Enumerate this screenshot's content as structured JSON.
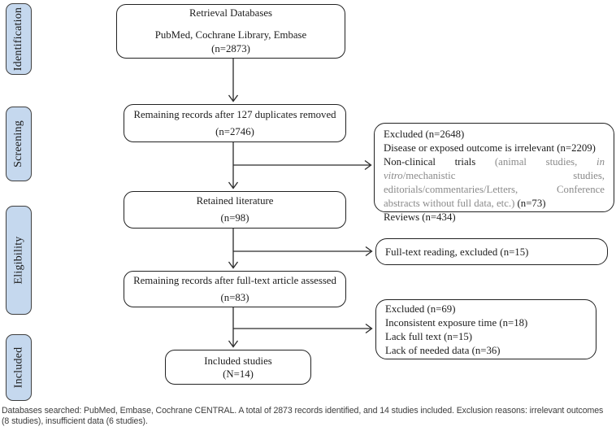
{
  "sidebar": {
    "fill_color": "#c5d8ee",
    "border_color": "#3f3f3f",
    "stages": [
      {
        "label": "Identification"
      },
      {
        "label": "Screening"
      },
      {
        "label": "Eligibility"
      },
      {
        "label": "Included"
      }
    ]
  },
  "flow": {
    "retrieval": {
      "title": "Retrieval Databases",
      "sources": "PubMed, Cochrane Library, Embase",
      "count": "(n=2873)"
    },
    "duplicates_removed": {
      "title": "Remaining records after 127 duplicates removed",
      "count": "(n=2746)"
    },
    "retained": {
      "title": "Retained literature",
      "count": "(n=98)"
    },
    "fulltext_assessed": {
      "title": "Remaining records after full-text article assessed",
      "count": "(n=83)"
    },
    "included": {
      "title": "Included studies",
      "count": "(N=14)"
    }
  },
  "exclusions": {
    "screening": {
      "line1": "Excluded (n=2648)",
      "line2": "Disease or exposed outcome is irrelevant (n=2209)",
      "line3_black_prefix": "Non-clinical trials ",
      "line3_gray_a": "(animal studies, ",
      "line3_gray_italic": "in vitro",
      "line3_gray_b": "/mechanistic studies, editorials/commentaries/Letters, Conference abstracts without full data, etc.)",
      "line3_black_suffix": " (n=73)",
      "line4": "Reviews (n=434)"
    },
    "eligibility": {
      "line1": "Full-text reading, excluded (n=15)"
    },
    "final": {
      "line1": "Excluded (n=69)",
      "line2": "Inconsistent exposure time (n=18)",
      "line3": "Lack full text (n=15)",
      "line4": "Lack of needed data (n=36)"
    }
  },
  "caption": "Databases searched: PubMed, Embase, Cochrane CENTRAL. A total of 2873 records identified, and 14 studies included. Exclusion reasons: irrelevant outcomes (8 studies), insufficient data (6 studies)."
}
